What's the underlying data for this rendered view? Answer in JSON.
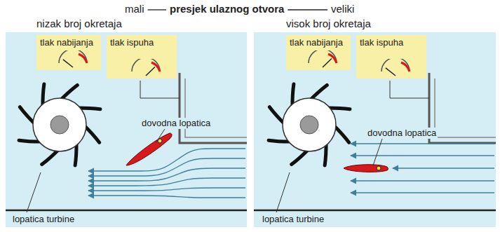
{
  "diagram": {
    "nodes": [
      {
        "text": [
          "tlak nabijanja"
        ]
      },
      {
        "text": [
          "tlak ispuha"
        ]
      },
      {
        "text": [
          "tlak nabijanja"
        ]
      },
      {
        "text": [
          "tlak ispuha"
        ]
      }
    ],
    "labels": [
      "mali",
      "presjek ulaznog otvora",
      "veliki",
      "nizak broj okretaja",
      "visok broj okretaja",
      "dovodna lopatica",
      "lopatica turbine",
      "dovodna lopatica",
      "lopatica turbine"
    ]
  }
}
